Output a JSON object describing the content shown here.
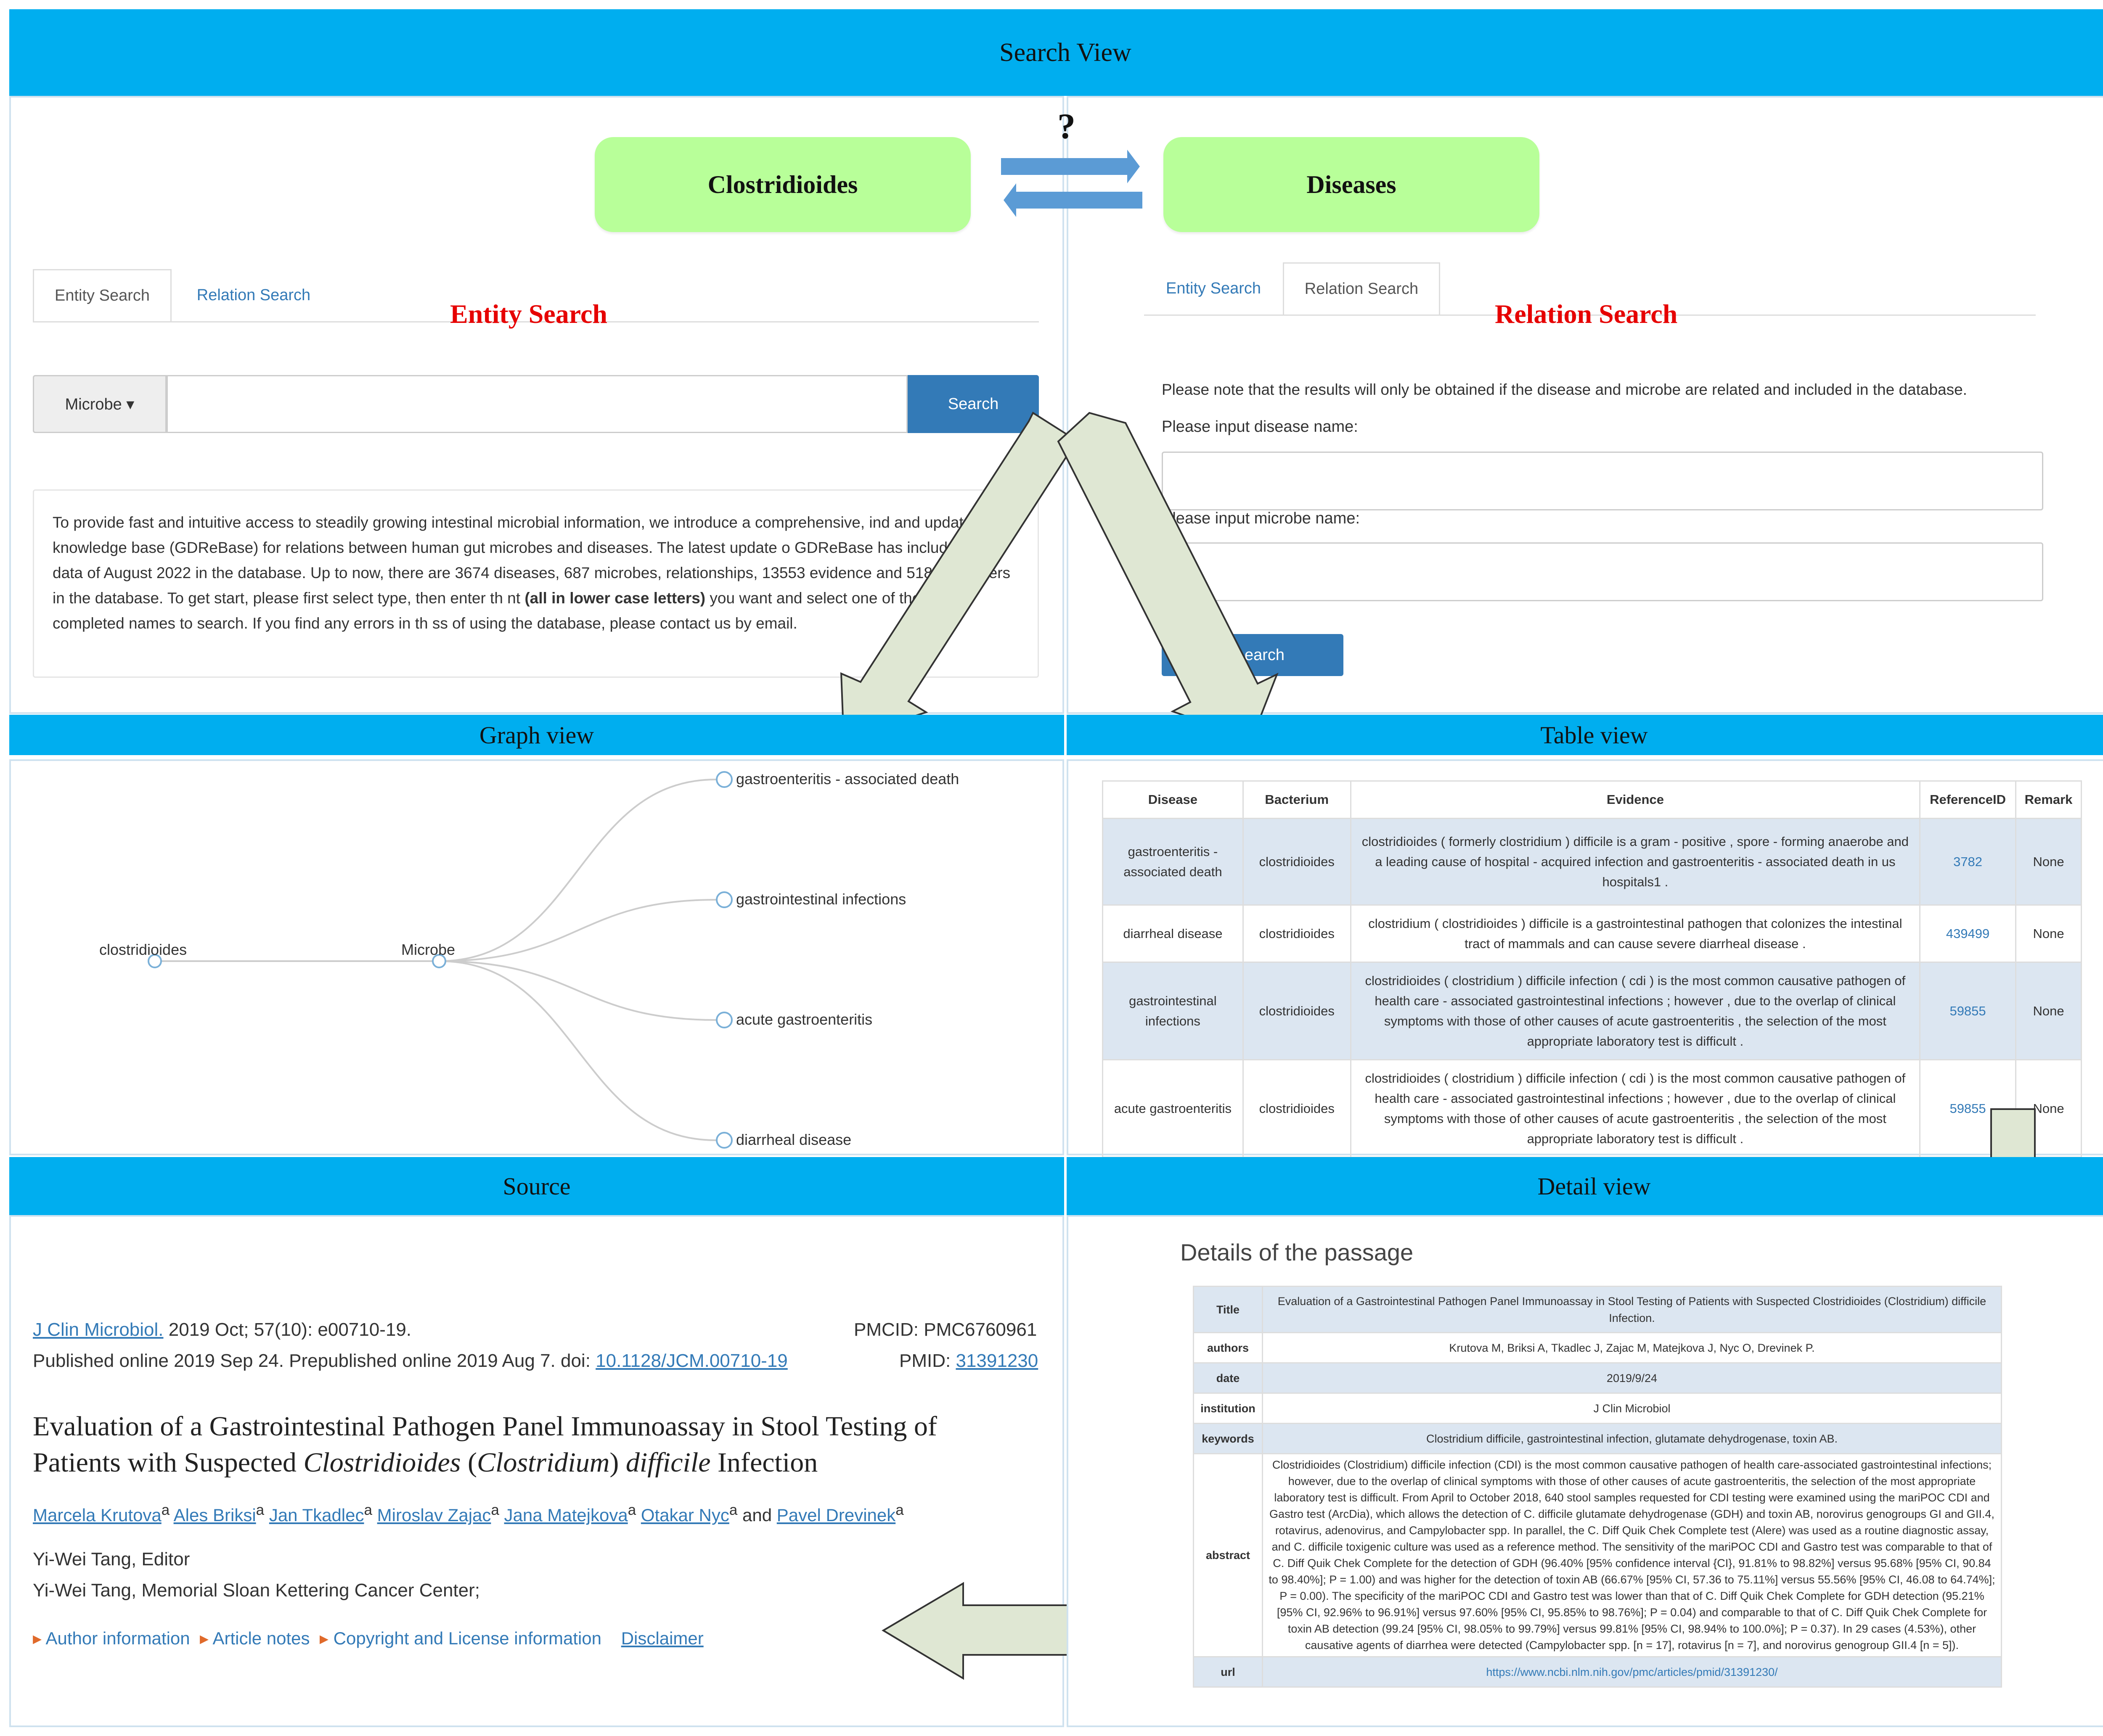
{
  "bands": {
    "search_view": "Search View",
    "graph_view": "Graph view",
    "table_view": "Table view",
    "source": "Source",
    "detail_view": "Detail view"
  },
  "relation": {
    "left_pill": "Clostridioides",
    "right_pill": "Diseases",
    "question_mark": "?"
  },
  "entity_search": {
    "tab_entity": "Entity Search",
    "tab_relation": "Relation Search",
    "overlay_title": "Entity Search",
    "type_dropdown": "Microbe ▾",
    "search_input_value": "",
    "search_button": "Search",
    "info_text_part1": "To provide fast and intuitive access to steadily growing intestinal microbial information, we introduce a comprehensive, ind and updated knowledge base (GDReBase) for relations between human gut microbes and diseases. The latest update o GDReBase has included the data of August 2022 in the database. Up to now, there are 3674 diseases, 687 microbes, relationships, 13553 evidence and 518286 papers in the database. To get start, please first select type, then enter th nt",
    "info_text_bold": "(all in lower case letters)",
    "info_text_part2": "you want and select one of the auto-completed names to search. If you find any errors in th ss of using the database, please contact us by email."
  },
  "relation_search": {
    "tab_entity": "Entity Search",
    "tab_relation": "Relation Search",
    "overlay_title": "Relation Search",
    "note": "Please note that the results will only be obtained if the disease and microbe are related and included in the database.",
    "disease_label": "Please input disease name:",
    "microbe_label": "Please input microbe name:",
    "search_button": "earch"
  },
  "graph": {
    "root": "clostridioides",
    "type": "Microbe",
    "leaves": [
      "gastroenteritis - associated death",
      "gastrointestinal infections",
      "acute gastroenteritis",
      "diarrheal disease"
    ]
  },
  "table": {
    "headers": [
      "Disease",
      "Bacterium",
      "Evidence",
      "ReferenceID",
      "Remark"
    ],
    "rows": [
      {
        "disease": "gastroenteritis - associated death",
        "bacterium": "clostridioides",
        "evidence": "clostridioides ( formerly clostridium ) difficile is a gram - positive , spore - forming anaerobe and a leading cause of hospital - acquired infection and gastroenteritis - associated death in us hospitals1 .",
        "ref": "3782",
        "remark": "None"
      },
      {
        "disease": "diarrheal disease",
        "bacterium": "clostridioides",
        "evidence": "clostridium ( clostridioides ) difficile is a gastrointestinal pathogen that colonizes the intestinal tract of mammals and can cause severe diarrheal disease .",
        "ref": "439499",
        "remark": "None"
      },
      {
        "disease": "gastrointestinal infections",
        "bacterium": "clostridioides",
        "evidence": "clostridioides ( clostridium ) difficile infection ( cdi ) is the most common causative pathogen of health care - associated gastrointestinal infections ; however , due to the overlap of clinical symptoms with those of other causes of acute gastroenteritis , the selection of the most appropriate laboratory test is difficult .",
        "ref": "59855",
        "remark": "None"
      },
      {
        "disease": "acute gastroenteritis",
        "bacterium": "clostridioides",
        "evidence": "clostridioides ( clostridium ) difficile infection ( cdi ) is the most common causative pathogen of health care - associated gastrointestinal infections ; however , due to the overlap of clinical symptoms with those of other causes of acute gastroenteritis , the selection of the most appropriate laboratory test is difficult .",
        "ref": "59855",
        "remark": "None"
      }
    ]
  },
  "source": {
    "journal": "J Clin Microbiol.",
    "journal_rest": "2019 Oct; 57(10): e00710-19.",
    "pmcid": "PMCID: PMC6760961",
    "published_prefix": "Published online 2019 Sep 24. Prepublished online 2019 Aug 7. doi:",
    "doi": "10.1128/JCM.00710-19",
    "pmid_label": "PMID:",
    "pmid": "31391230",
    "title_part1": "Evaluation of a Gastrointestinal Pathogen Panel Immunoassay in Stool Testing of Patients with Suspected",
    "title_italic1": "Clostridioides",
    "title_italic2": "Clostridium",
    "title_italic3": "difficile",
    "title_end": "Infection",
    "authors": [
      "Marcela Krutova",
      "Ales Briksi",
      "Jan Tkadlec",
      "Miroslav Zajac",
      "Jana Matejkova",
      "Otakar Nyc",
      "Pavel Drevinek"
    ],
    "and_word": "and",
    "editor": "Yi-Wei Tang, Editor",
    "affiliation": "Yi-Wei Tang, Memorial Sloan Kettering Cancer Center;",
    "footer_links": [
      "Author information",
      "Article notes",
      "Copyright and License information"
    ],
    "disclaimer": "Disclaimer"
  },
  "detail": {
    "heading": "Details of the passage",
    "rows": [
      {
        "key": "Title",
        "value": "Evaluation of a Gastrointestinal Pathogen Panel Immunoassay in Stool Testing of Patients with Suspected Clostridioides (Clostridium) difficile Infection."
      },
      {
        "key": "authors",
        "value": "Krutova M, Briksi A, Tkadlec J, Zajac M, Matejkova J, Nyc O, Drevinek P."
      },
      {
        "key": "date",
        "value": "2019/9/24"
      },
      {
        "key": "institution",
        "value": "J Clin Microbiol"
      },
      {
        "key": "keywords",
        "value": "Clostridium difficile, gastrointestinal infection, glutamate dehydrogenase, toxin AB."
      },
      {
        "key": "abstract",
        "value": "Clostridioides (Clostridium) difficile infection (CDI) is the most common causative pathogen of health care-associated gastrointestinal infections; however, due to the overlap of clinical symptoms with those of other causes of acute gastroenteritis, the selection of the most appropriate laboratory test is difficult. From April to October 2018, 640 stool samples requested for CDI testing were examined using the mariPOC CDI and Gastro test (ArcDia), which allows the detection of C. difficile glutamate dehydrogenase (GDH) and toxin AB, norovirus genogroups GI and GII.4, rotavirus, adenovirus, and Campylobacter spp. In parallel, the C. Diff Quik Chek Complete test (Alere) was used as a routine diagnostic assay, and C. difficile toxigenic culture was used as a reference method. The sensitivity of the mariPOC CDI and Gastro test was comparable to that of C. Diff Quik Chek Complete for the detection of GDH (96.40% [95% confidence interval {CI}, 91.81% to 98.82%] versus 95.68% [95% CI, 90.84 to 98.40%]; P = 1.00) and was higher for the detection of toxin AB (66.67% [95% CI, 57.36 to 75.11%] versus 55.56% [95% CI, 46.08 to 64.74%]; P = 0.00). The specificity of the mariPOC CDI and Gastro test was lower than that of C. Diff Quik Chek Complete for GDH detection (95.21% [95% CI, 92.96% to 96.91%] versus 97.60% [95% CI, 95.85% to 98.76%]; P = 0.04) and comparable to that of C. Diff Quik Chek Complete for toxin AB detection (99.24 [95% CI, 98.05% to 99.79%] versus 99.81% [95% CI, 98.94% to 100.0%]; P = 0.37). In 29 cases (4.53%), other causative agents of diarrhea were detected (Campylobacter spp. [n = 17], rotavirus [n = 7], and norovirus genogroup GII.4 [n = 5])."
      },
      {
        "key": "url",
        "value": "https://www.ncbi.nlm.nih.gov/pmc/articles/pmid/31391230/"
      }
    ]
  },
  "colors": {
    "band": "#00aeef",
    "pill": "#b8ff99",
    "link": "#337ab7",
    "arrow_fill": "#dfe7d3",
    "title_red": "#e60000",
    "bidirectional_arrow": "#5b9bd5"
  }
}
